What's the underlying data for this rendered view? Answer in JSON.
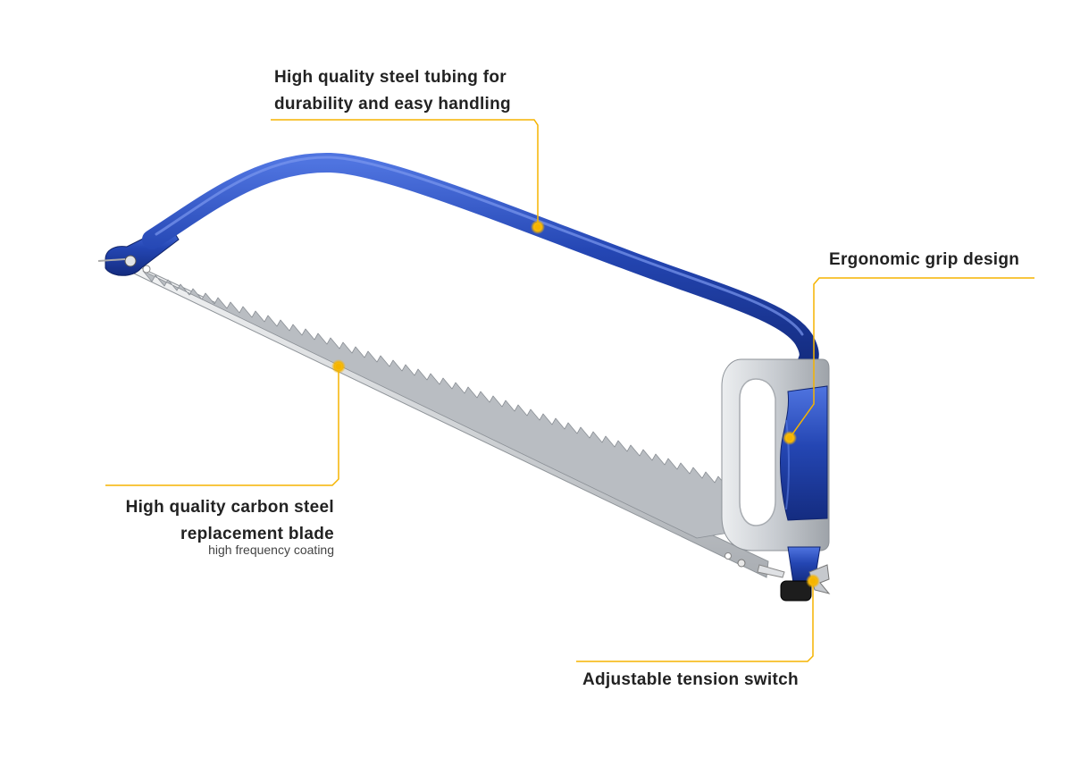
{
  "callouts": {
    "tubing": {
      "line1": "High quality steel tubing for",
      "line2": "durability and easy handling"
    },
    "grip": {
      "label": "Ergonomic grip design"
    },
    "blade": {
      "line1": "High quality carbon steel",
      "line2": "replacement blade",
      "sub": "high frequency coating"
    },
    "tension": {
      "label": "Adjustable tension switch"
    }
  },
  "colors": {
    "frame_blue": "#1f3fa8",
    "frame_highlight": "#3d63d6",
    "leader_line": "#f5b400",
    "handle_grey": "#c9cdd2",
    "blade_steel": "#d9dcdf"
  },
  "icons": {
    "product": "bow-saw-illustration",
    "marker": "yellow-dot-marker"
  }
}
